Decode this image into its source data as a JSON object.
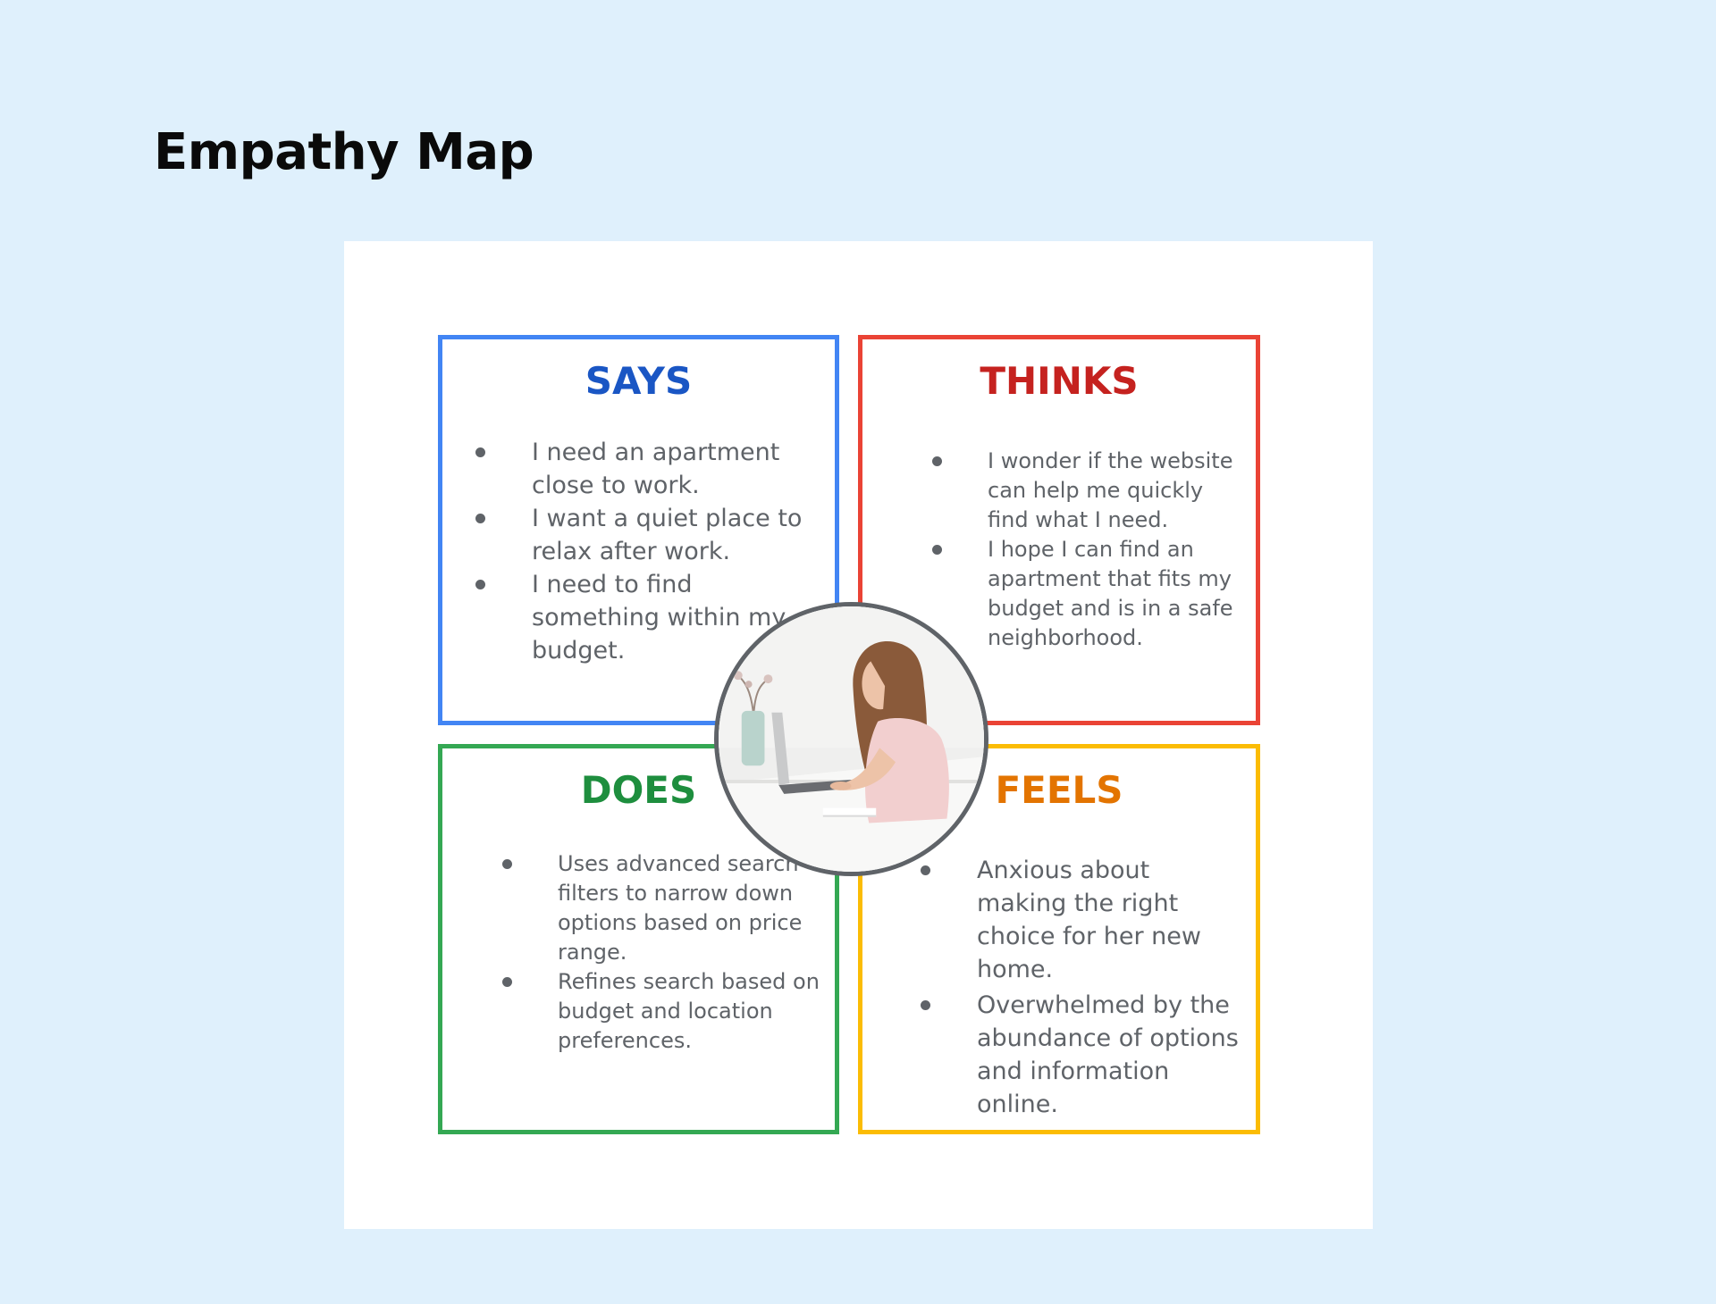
{
  "title": "Empathy Map",
  "colors": {
    "background": "#dff0fc",
    "says": "#4285f4",
    "says_heading": "#1a56c4",
    "thinks": "#ea4335",
    "thinks_heading": "#c5221f",
    "does": "#34a853",
    "does_heading": "#1e8e3e",
    "feels": "#fbbc04",
    "feels_heading": "#e37400",
    "body_text": "#5f6368"
  },
  "quadrants": {
    "says": {
      "heading": "SAYS",
      "items": [
        "I need an apartment close to work.",
        "I want a quiet place to relax after work.",
        "I need to find something within my budget."
      ]
    },
    "thinks": {
      "heading": "THINKS",
      "items": [
        "I wonder if the website can help me quickly find what I need.",
        "I hope I can find an apartment that fits my budget and is in a safe neighborhood."
      ]
    },
    "does": {
      "heading": "DOES",
      "items": [
        "Uses advanced search filters to narrow down options based on price range.",
        "Refines search based on budget and location preferences."
      ]
    },
    "feels": {
      "heading": "FEELS",
      "items": [
        "Anxious about making the right choice for her new home.",
        "Overwhelmed by the abundance of options and information online."
      ]
    }
  },
  "center_image": {
    "icon": "woman-at-laptop-photo"
  }
}
